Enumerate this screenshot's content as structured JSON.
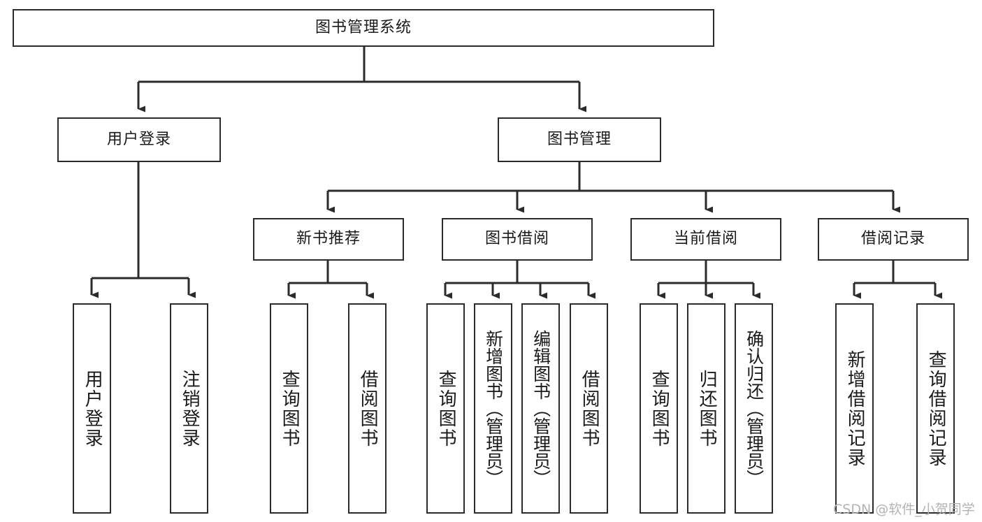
{
  "diagram": {
    "title": "图书管理系统",
    "type": "tree-hierarchy-diagram",
    "colors": {
      "stroke": "#2b2b2b",
      "fill": "#ffffff",
      "text": "#1a1a1a",
      "watermark": "#b3b3b3"
    },
    "levels": {
      "root": {
        "label": "图书管理系统"
      },
      "level2": [
        {
          "label": "用户登录"
        },
        {
          "label": "图书管理"
        }
      ],
      "level3": [
        {
          "label": "新书推荐"
        },
        {
          "label": "图书借阅"
        },
        {
          "label": "当前借阅"
        },
        {
          "label": "借阅记录"
        }
      ],
      "leaves": {
        "user_login": [
          {
            "label": "用户登录"
          },
          {
            "label": "注销登录"
          }
        ],
        "new_book_recommend": [
          {
            "label": "查询图书"
          },
          {
            "label": "借阅图书"
          }
        ],
        "book_borrow": [
          {
            "label": "查询图书"
          },
          {
            "label": "新增图书（管理员）"
          },
          {
            "label": "编辑图书（管理员）"
          },
          {
            "label": "借阅图书"
          }
        ],
        "current_borrow": [
          {
            "label": "查询图书"
          },
          {
            "label": "归还图书"
          },
          {
            "label": "确认归还（管理员）"
          }
        ],
        "borrow_records": [
          {
            "label": "新增借阅记录"
          },
          {
            "label": "查询借阅记录"
          }
        ]
      }
    }
  },
  "watermark": {
    "text": "CSDN @软件_小贺同学"
  }
}
